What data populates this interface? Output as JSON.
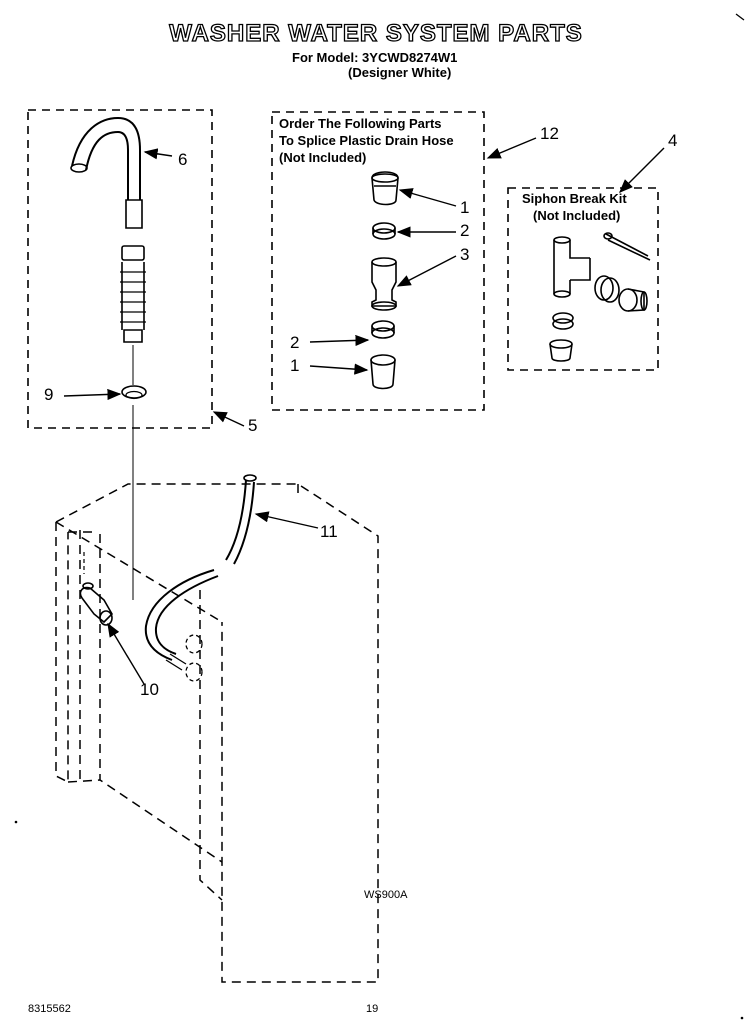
{
  "header": {
    "title": "WASHER WATER SYSTEM PARTS",
    "model_line": "For Model: 3YCWD8274W1",
    "variant_line": "(Designer White)"
  },
  "splice_box": {
    "line1": "Order The Following Parts",
    "line2": "To Splice Plastic Drain Hose",
    "line3": "(Not Included)"
  },
  "siphon_box": {
    "line1": "Siphon Break Kit",
    "line2": "(Not Included)"
  },
  "callouts": {
    "n1a": "1",
    "n2a": "2",
    "n3": "3",
    "n2b": "2",
    "n1b": "1",
    "n4": "4",
    "n5": "5",
    "n6": "6",
    "n9": "9",
    "n10": "10",
    "n11": "11",
    "n12": "12"
  },
  "footer": {
    "diagram_code": "WS900A",
    "doc_number": "8315562",
    "page_number": "19"
  }
}
